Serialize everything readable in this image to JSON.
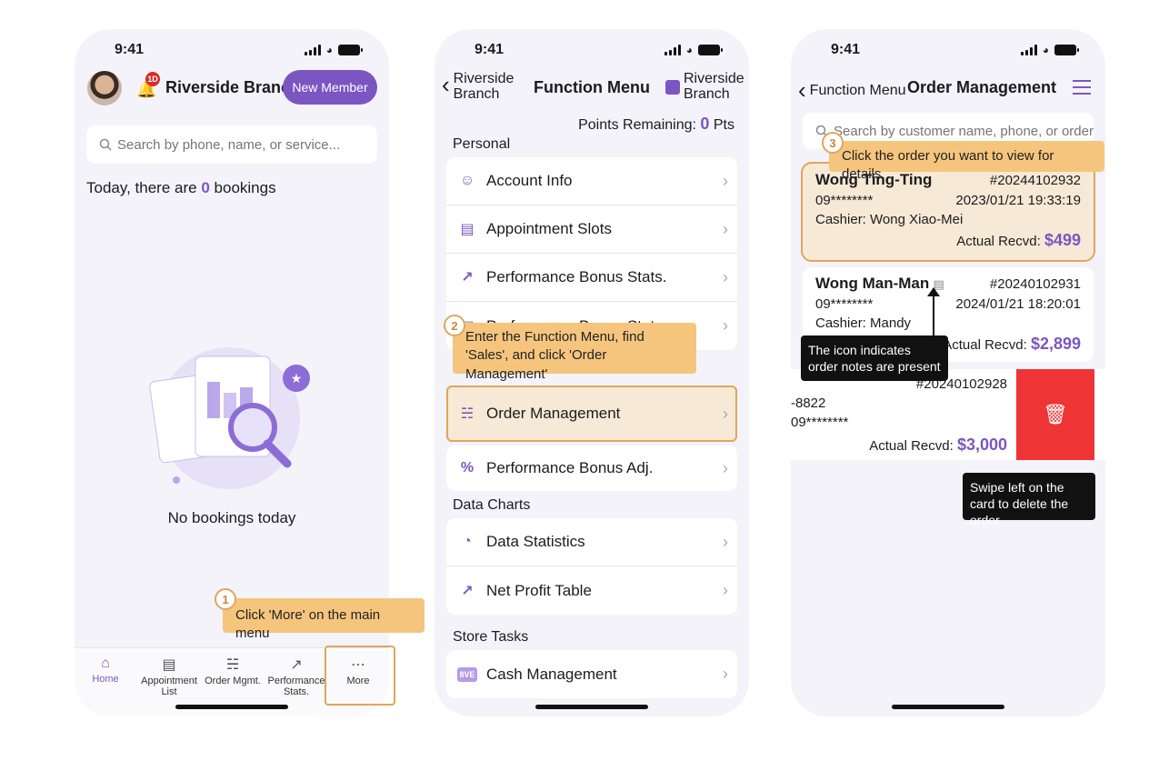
{
  "status": {
    "time": "9:41"
  },
  "screen1": {
    "bell_badge": "1D",
    "branch": "Riverside Branch",
    "new_member": "New Member",
    "search_placeholder": "Search by phone, name, or service...",
    "today_prefix": "Today, there are",
    "today_count": "0",
    "today_suffix": "bookings",
    "empty_text": "No bookings today",
    "tabs": [
      {
        "label": "Home",
        "icon": "home-icon"
      },
      {
        "label": "Appointment List",
        "icon": "calendar-icon"
      },
      {
        "label": "Order Mgmt.",
        "icon": "basket-icon"
      },
      {
        "label": "Performance Stats.",
        "icon": "chart-icon"
      },
      {
        "label": "More",
        "icon": "ellipsis-icon"
      }
    ]
  },
  "screen2": {
    "back_label": "Riverside Branch",
    "title": "Function Menu",
    "right_label": "Riverside Branch",
    "points_label": "Points Remaining:",
    "points_value": "0",
    "points_unit": "Pts",
    "sections": {
      "personal": "Personal",
      "data_charts": "Data Charts",
      "store_tasks": "Store Tasks"
    },
    "personal_items": [
      "Account Info",
      "Appointment Slots",
      "Performance Bonus Stats.",
      "Performance Bonus Stat..."
    ],
    "sales_items": [
      "Order Management",
      "Performance Bonus Adj."
    ],
    "data_items": [
      "Data Statistics",
      "Net Profit Table"
    ],
    "store_items": [
      "Cash Management"
    ],
    "cash_badge": "8VE"
  },
  "screen3": {
    "back_label": "Function Menu",
    "title": "Order Management",
    "search_placeholder": "Search by customer name, phone, or order #",
    "orders": [
      {
        "name": "Wong Ting-Ting",
        "number": "#20244102932",
        "phone": "09********",
        "datetime": "2023/01/21 19:33:19",
        "cashier": "Cashier: Wong Xiao-Mei",
        "recvd_label": "Actual Recvd:",
        "amount": "$499"
      },
      {
        "name": "Wong Man-Man",
        "number": "#20240102931",
        "phone": "09********",
        "datetime": "2024/01/21 18:20:01",
        "cashier": "Cashier: Mandy",
        "recvd_label": "Actual Recvd:",
        "amount": "$2,899"
      },
      {
        "name_partial": "-8822",
        "number": "#20240102928",
        "phone": "09********",
        "recvd_label": "Actual Recvd:",
        "amount": "$3,000"
      }
    ]
  },
  "callouts": {
    "step1_num": "1",
    "step1": "Click 'More' on the main menu",
    "step2_num": "2",
    "step2": "Enter the Function Menu, find 'Sales', and click 'Order Management'",
    "step3_num": "3",
    "step3": "Click the order you want to view for details",
    "note_tip": "The icon indicates order notes are present",
    "swipe_tip": "Swipe left on the card to delete the order"
  },
  "colors": {
    "accent": "#7b56c2",
    "highlight": "#f5c57e",
    "delete": "#ee3434"
  }
}
